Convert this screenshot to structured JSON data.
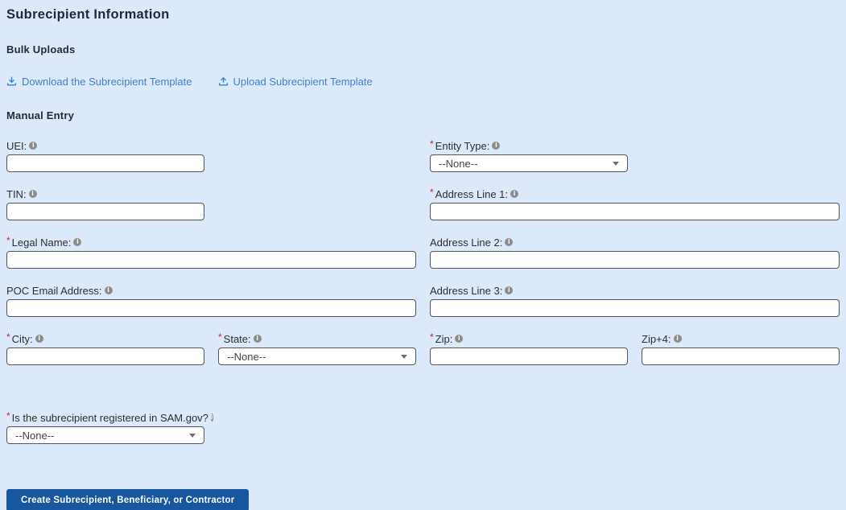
{
  "page": {
    "title": "Subrecipient Information"
  },
  "marks": {
    "required": "*"
  },
  "bulk_uploads": {
    "heading": "Bulk Uploads",
    "download_link_label": "Download the Subrecipient Template",
    "upload_link_label": "Upload Subrecipient Template"
  },
  "manual_entry": {
    "heading": "Manual Entry",
    "fields": {
      "uei": {
        "label": "UEI:",
        "required": false,
        "value": ""
      },
      "entity_type": {
        "label": "Entity Type:",
        "required": true,
        "type": "select",
        "value": "--None--"
      },
      "tin": {
        "label": "TIN:",
        "required": false,
        "value": ""
      },
      "address_line_1": {
        "label": "Address Line 1:",
        "required": true,
        "value": ""
      },
      "legal_name": {
        "label": "Legal Name:",
        "required": true,
        "value": ""
      },
      "address_line_2": {
        "label": "Address Line 2:",
        "required": false,
        "value": ""
      },
      "poc_email_address": {
        "label": "POC Email Address:",
        "required": false,
        "value": ""
      },
      "address_line_3": {
        "label": "Address Line 3:",
        "required": false,
        "value": ""
      },
      "city": {
        "label": "City:",
        "required": true,
        "value": ""
      },
      "state": {
        "label": "State:",
        "required": true,
        "type": "select",
        "value": "--None--"
      },
      "zip": {
        "label": "Zip:",
        "required": true,
        "value": ""
      },
      "zip_plus_4": {
        "label": "Zip+4:",
        "required": false,
        "value": ""
      },
      "sam_registered": {
        "label": "Is the subrecipient registered in SAM.gov?",
        "required": true,
        "type": "select",
        "value": "--None--"
      }
    }
  },
  "actions": {
    "create_button_label": "Create Subrecipient, Beneficiary, or Contractor"
  },
  "colors": {
    "background": "#dce9fb",
    "link": "#3e7fcb",
    "required_marker": "#c9252d",
    "button": "#17579f",
    "input_border": "#54565b"
  }
}
